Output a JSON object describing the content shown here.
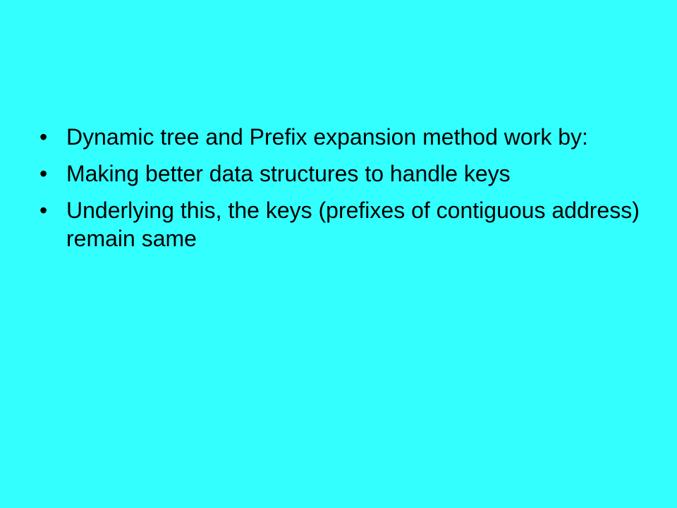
{
  "slide": {
    "background": "#33FFFF",
    "text_color": "#000000",
    "bullet_glyph": "•",
    "bullets": [
      "Dynamic tree and Prefix expansion method work by:",
      "Making better data structures to handle keys",
      "Underlying this, the keys (prefixes of contiguous address) remain same"
    ]
  }
}
